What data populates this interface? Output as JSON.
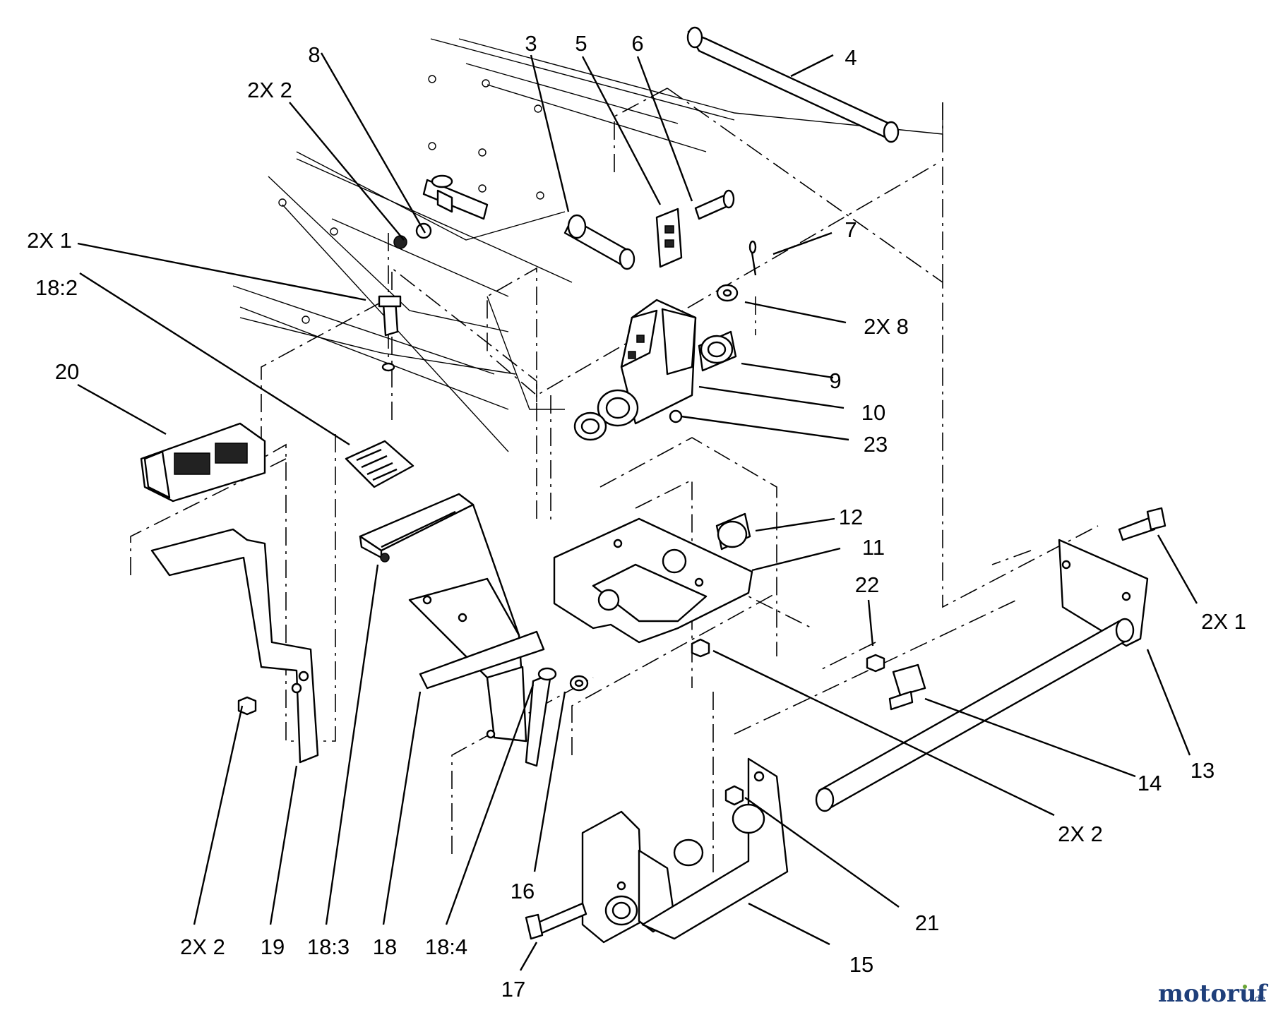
{
  "callouts": [
    {
      "id": "8",
      "text": "8"
    },
    {
      "id": "2x2-top",
      "text": "2X 2"
    },
    {
      "id": "3",
      "text": "3"
    },
    {
      "id": "5",
      "text": "5"
    },
    {
      "id": "6",
      "text": "6"
    },
    {
      "id": "4",
      "text": "4"
    },
    {
      "id": "7",
      "text": "7"
    },
    {
      "id": "2x1-left",
      "text": "2X 1"
    },
    {
      "id": "18-2",
      "text": "18:2"
    },
    {
      "id": "2x8",
      "text": "2X 8"
    },
    {
      "id": "9",
      "text": "9"
    },
    {
      "id": "10",
      "text": "10"
    },
    {
      "id": "20",
      "text": "20"
    },
    {
      "id": "23",
      "text": "23"
    },
    {
      "id": "12",
      "text": "12"
    },
    {
      "id": "11",
      "text": "11"
    },
    {
      "id": "22",
      "text": "22"
    },
    {
      "id": "2x1-right",
      "text": "2X 1"
    },
    {
      "id": "13",
      "text": "13"
    },
    {
      "id": "14",
      "text": "14"
    },
    {
      "id": "2x2-right",
      "text": "2X 2"
    },
    {
      "id": "16",
      "text": "16"
    },
    {
      "id": "21",
      "text": "21"
    },
    {
      "id": "2x2-bottom",
      "text": "2X 2"
    },
    {
      "id": "19",
      "text": "19"
    },
    {
      "id": "18-3",
      "text": "18:3"
    },
    {
      "id": "18",
      "text": "18"
    },
    {
      "id": "18-4",
      "text": "18:4"
    },
    {
      "id": "15",
      "text": "15"
    },
    {
      "id": "17",
      "text": "17"
    }
  ],
  "watermark": {
    "main": "motoruf",
    "suffix": ".de"
  },
  "colors": {
    "line": "#000000",
    "background": "#ffffff",
    "watermark_dark": "#1f3f7a",
    "watermark_accent": "#6aa535"
  }
}
